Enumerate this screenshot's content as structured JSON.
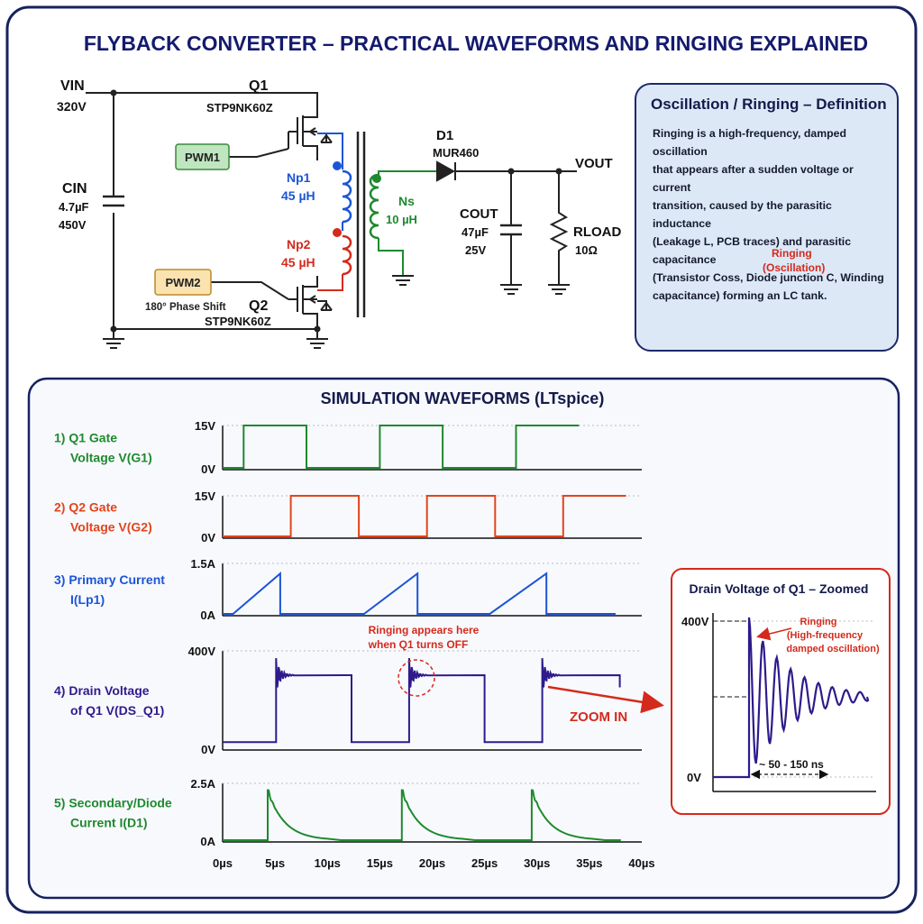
{
  "title": "FLYBACK CONVERTER – PRACTICAL WAVEFORMS AND RINGING EXPLAINED",
  "circuit": {
    "vin_label": "VIN",
    "vin_value": "320V",
    "cin_label": "CIN",
    "cin_value1": "4.7µF",
    "cin_value2": "450V",
    "q1_label": "Q1",
    "q1_part": "STP9NK60Z",
    "q2_label": "Q2",
    "q2_part": "STP9NK60Z",
    "pwm1": "PWM1",
    "pwm2": "PWM2",
    "phase_shift": "180° Phase Shift",
    "np1_label": "Np1",
    "np1_value": "45 µH",
    "np2_label": "Np2",
    "np2_value": "45 µH",
    "ns_label": "Ns",
    "ns_value": "10 µH",
    "d1_label": "D1",
    "d1_part": "MUR460",
    "cout_label": "COUT",
    "cout_value1": "47µF",
    "cout_value2": "25V",
    "vout_label": "VOUT",
    "rload_label": "RLOAD",
    "rload_value": "10Ω"
  },
  "definition": {
    "title": "Oscillation / Ringing – Definition",
    "lines": [
      "Ringing is a high-frequency, damped oscillation",
      "that appears after a sudden voltage or current",
      "transition, caused by the parasitic inductance",
      "(Leakage L, PCB traces) and parasitic capacitance",
      "(Transistor Coss, Diode junction C, Winding",
      "capacitance) forming an LC tank."
    ],
    "ringing_label1": "Ringing",
    "ringing_label2": "(Oscillation)"
  },
  "sim": {
    "title": "SIMULATION WAVEFORMS (LTspice)",
    "zoom_label": "ZOOM IN",
    "ringing_note1": "Ringing appears here",
    "ringing_note2": "when Q1 turns OFF",
    "x_ticks": [
      "0µs",
      "5µs",
      "10µs",
      "15µs",
      "20µs",
      "25µs",
      "30µs",
      "35µs",
      "40µs"
    ],
    "channels": [
      {
        "label1": "1) Q1 Gate",
        "label2": "Voltage  V(G1)",
        "color": "#1e8a2e",
        "ytop": "15V",
        "ybot": "0V"
      },
      {
        "label1": "2) Q2 Gate",
        "label2": "Voltage  V(G2)",
        "color": "#e2451c",
        "ytop": "15V",
        "ybot": "0V"
      },
      {
        "label1": "3) Primary Current",
        "label2": "I(Lp1)",
        "color": "#1b55d6",
        "ytop": "1.5A",
        "ybot": "0A"
      },
      {
        "label1": "4) Drain Voltage",
        "label2": "of Q1  V(DS_Q1)",
        "color": "#2f1a8c",
        "ytop": "400V",
        "ybot": "0V"
      },
      {
        "label1": "5) Secondary/Diode",
        "label2": "Current  I(D1)",
        "color": "#1e8a2e",
        "ytop": "2.5A",
        "ybot": "0A"
      }
    ]
  },
  "zoom": {
    "title": "Drain Voltage of Q1 – Zoomed",
    "ytop": "400V",
    "ybot": "0V",
    "ringing1": "Ringing",
    "ringing2": "(High-frequency",
    "ringing3": "damped oscillation)",
    "duration": "~ 50 - 150 ns"
  },
  "chart_data": [
    {
      "type": "line",
      "name": "V(G1)",
      "x_unit": "µs",
      "x": [
        0,
        2,
        2,
        8,
        8,
        15,
        15,
        21,
        21,
        28,
        28,
        34
      ],
      "y": [
        0,
        0,
        15,
        15,
        0,
        0,
        15,
        15,
        0,
        0,
        15,
        15
      ],
      "ylim": [
        0,
        15
      ]
    },
    {
      "type": "line",
      "name": "V(G2)",
      "x_unit": "µs",
      "x": [
        0,
        6.5,
        6.5,
        13,
        13,
        19.5,
        19.5,
        26,
        26,
        32.5,
        32.5,
        38.5
      ],
      "y": [
        0,
        0,
        15,
        15,
        0,
        0,
        15,
        15,
        0,
        0,
        15,
        15
      ],
      "ylim": [
        0,
        15
      ]
    },
    {
      "type": "line",
      "name": "I(Lp1)",
      "x_unit": "µs",
      "x": [
        0,
        6.5,
        6.6,
        12,
        19.3,
        19.4,
        26,
        32,
        32.1,
        38
      ],
      "y": [
        0,
        1.2,
        0,
        0,
        1.2,
        0,
        0,
        1.2,
        0,
        0
      ],
      "ylim": [
        0,
        1.5
      ]
    },
    {
      "type": "line",
      "name": "V(DS_Q1)",
      "x_unit": "µs",
      "x": [
        0,
        5.5,
        5.6,
        12.5,
        12.6,
        19,
        19.1,
        25.5,
        25.6,
        32,
        32.1,
        38
      ],
      "y": [
        25,
        25,
        300,
        300,
        25,
        25,
        300,
        300,
        25,
        25,
        300,
        300
      ],
      "ylim": [
        0,
        400
      ]
    },
    {
      "type": "line",
      "name": "I(D1)",
      "x_unit": "µs",
      "x": [
        0,
        5,
        5.1,
        8,
        11,
        12,
        17,
        17.1,
        20,
        23,
        29,
        29.1,
        32,
        35,
        38
      ],
      "y": [
        0,
        0,
        2.2,
        0.8,
        0.15,
        0,
        0,
        2.2,
        0.8,
        0.15,
        0,
        2.2,
        0.8,
        0.15,
        0
      ],
      "ylim": [
        0,
        2.5
      ]
    }
  ]
}
